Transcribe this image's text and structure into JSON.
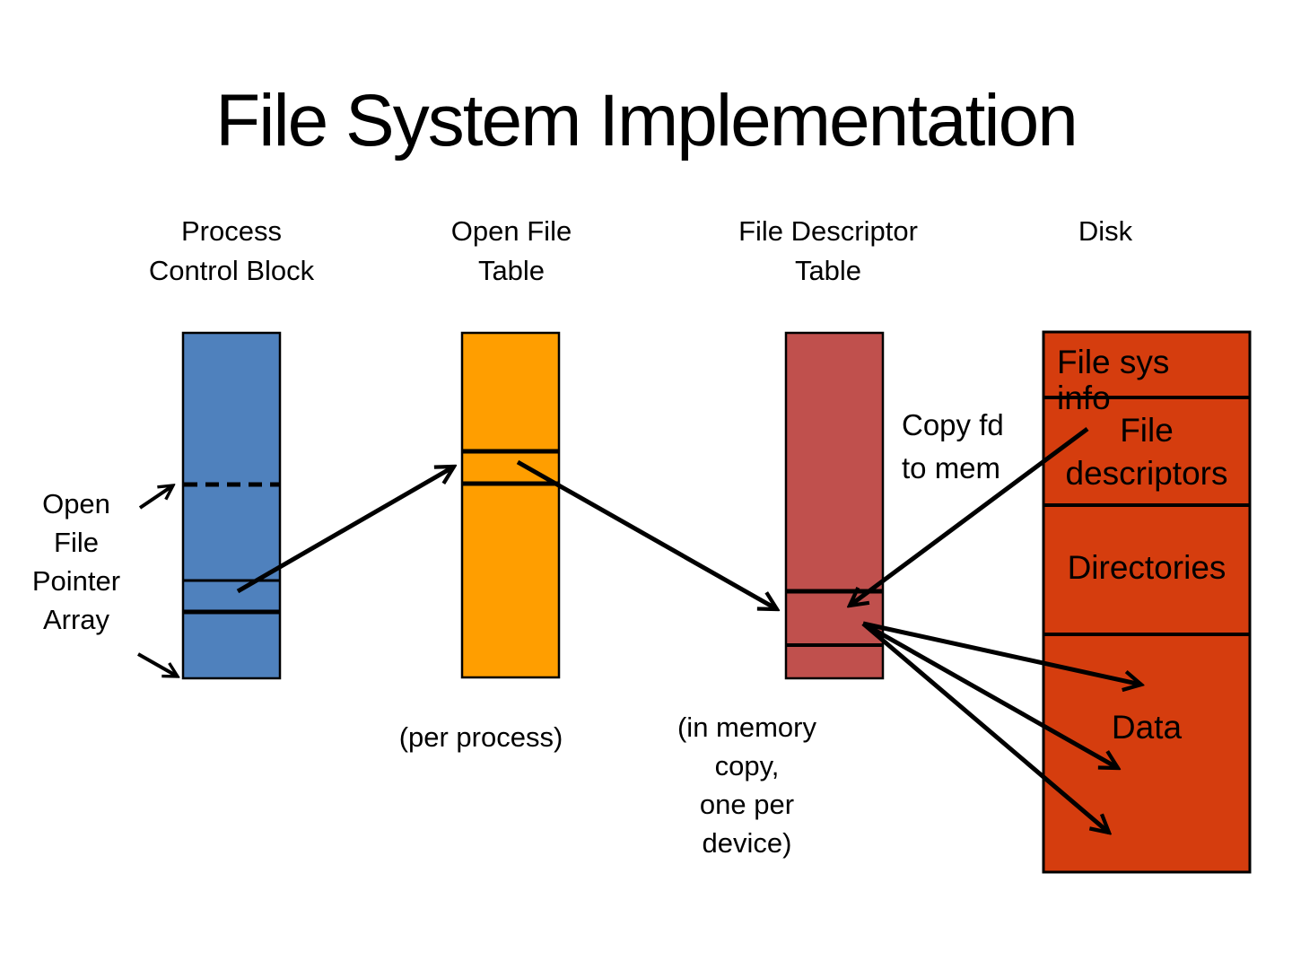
{
  "slide": {
    "title": "File System Implementation"
  },
  "headers": {
    "pcb": [
      "Process",
      "Control Block"
    ],
    "oft": [
      "Open File",
      "Table"
    ],
    "fdt": [
      "File Descriptor",
      "Table"
    ],
    "disk": [
      "Disk"
    ]
  },
  "blocks": {
    "pcb": {
      "color": "#4F81BD"
    },
    "oft": {
      "color": "#FF9E00",
      "caption": "(per process)"
    },
    "fdt": {
      "color": "#C0504D",
      "caption": [
        "(in memory",
        "copy,",
        "one per",
        "device)"
      ]
    },
    "disk": {
      "color": "#D53D0E",
      "sections": [
        "File sys info",
        "File descriptors",
        "Directories",
        "Data"
      ]
    }
  },
  "annotations": {
    "pointer_array": [
      "Open",
      "File",
      "Pointer",
      "Array"
    ],
    "copy_fd": [
      "Copy fd",
      "to mem"
    ]
  },
  "diagram": {
    "line_color": "#000000"
  }
}
